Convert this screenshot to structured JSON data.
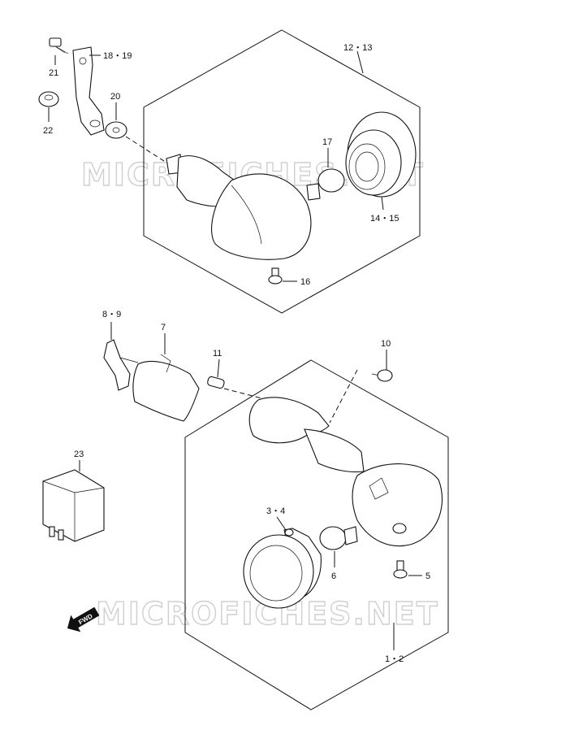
{
  "watermarks": [
    "MICROFICHES.NET",
    "MICROFICHES.NET"
  ],
  "fwd_label": "FWD",
  "part_labels": {
    "p18_19": "18・19",
    "p21": "21",
    "p20": "20",
    "p22": "22",
    "p12_13": "12・13",
    "p17": "17",
    "p14_15": "14・15",
    "p16": "16",
    "p8_9": "8・9",
    "p7": "7",
    "p11": "11",
    "p10": "10",
    "p23": "23",
    "p3_4": "3・4",
    "p6": "6",
    "p5": "5",
    "p1_2": "1・2"
  }
}
